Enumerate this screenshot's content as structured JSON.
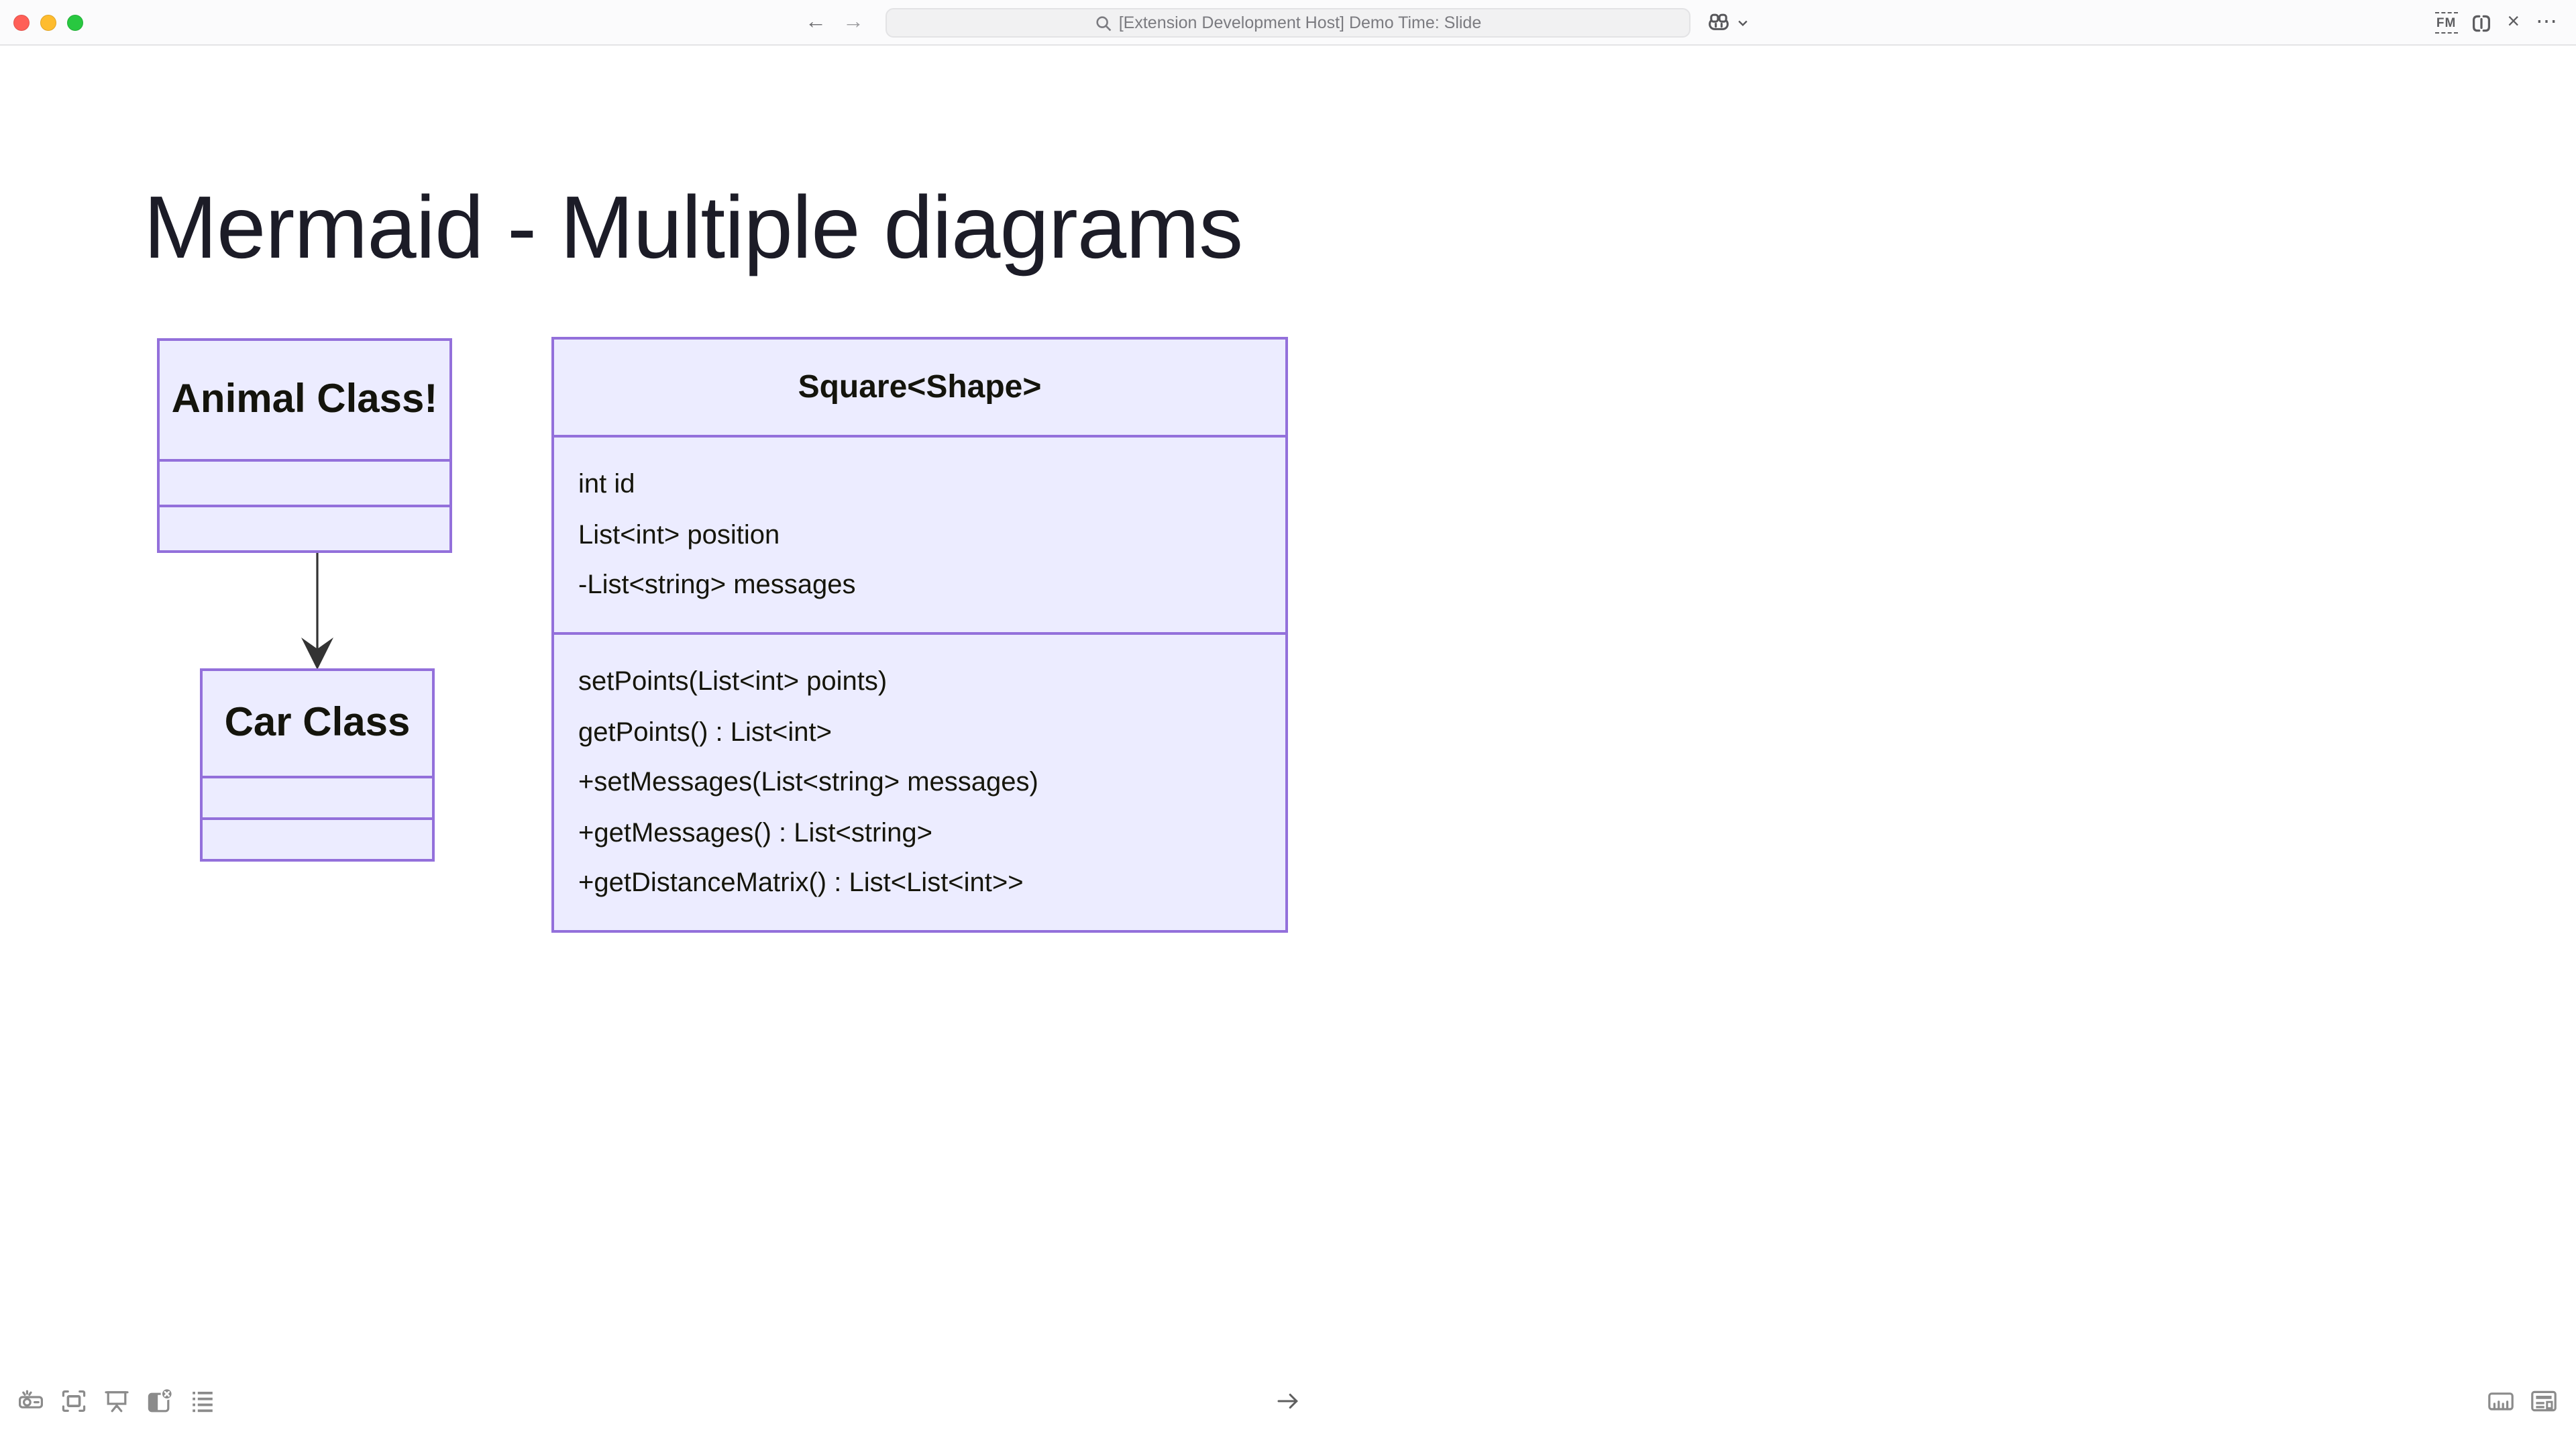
{
  "titlebar": {
    "nav_back": "←",
    "nav_forward": "→",
    "command_center_title": "[Extension Development Host] Demo Time: Slide",
    "fm_badge": "FM",
    "close_glyph": "×",
    "more_glyph": "⋯",
    "traffic_css": [
      "background:#FF5F57",
      "background:#FEBC2E",
      "background:#28C840"
    ]
  },
  "slide": {
    "title": "Mermaid - Multiple diagrams",
    "uml_left": {
      "parent_class": "Animal Class!",
      "child_class": "Car Class",
      "relation": "dependency-arrow"
    },
    "uml_right": {
      "class_name": "Square<Shape>",
      "attributes": [
        "int id",
        "List<int> position",
        "-List<string> messages"
      ],
      "methods": [
        "setPoints(List<int> points)",
        "getPoints() : List<int>",
        "+setMessages(List<string> messages)",
        "+getMessages() : List<string>",
        "+getDistanceMatrix() : List<List<int>>"
      ]
    }
  },
  "statusbar": {
    "next_arrow": "→",
    "icons_left": [
      "projector-icon",
      "zoom-frame-icon",
      "presentation-screen-icon",
      "panel-close-icon",
      "list-icon"
    ],
    "icons_right": [
      "ruler-icon",
      "layout-icon"
    ]
  },
  "colors": {
    "uml_fill": "#ECECFF",
    "uml_border": "#9370DB",
    "relation_arrow": "#333333",
    "titlebar_bg": "#fbfbfc",
    "icon_gray": "#8b8b8b",
    "traffic_red": "#FF5F57",
    "traffic_yellow": "#FEBC2E",
    "traffic_green": "#28C840"
  }
}
